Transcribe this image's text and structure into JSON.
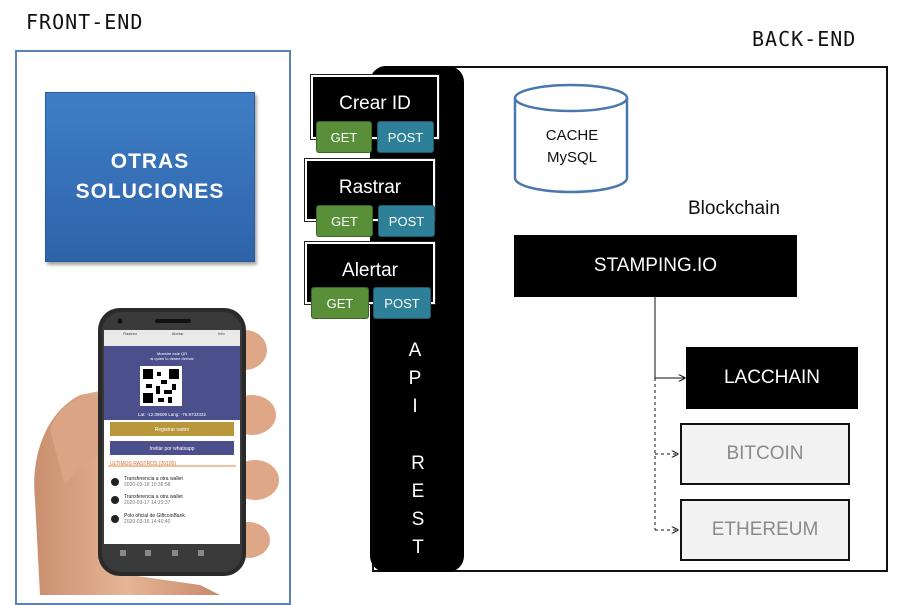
{
  "frontend": {
    "title": "FRONT-END",
    "otras_label": "OTRAS\nSOLUCIONES",
    "phone": {
      "header_tabs": [
        "Rastreo",
        "Alertar",
        "Info"
      ],
      "qr_caption": "Muestre este QR\nal quien lo desee derivar",
      "coords": "Lat: -12.09609 Lang: -76.9732332",
      "register_label": "Registrar rastro",
      "whatsapp_label": "Invitar por whatsapp",
      "list_header": "ULTIMOS RASTROS (26100)",
      "items": [
        {
          "title": "Transferencia a otra wallet",
          "date": "2020-03-18 10:36:58"
        },
        {
          "title": "Transferencia a otra wallet",
          "date": "2020-03-17 14:29:37"
        },
        {
          "title": "Polo oficial de GiftcoinBank",
          "date": "2020-03-16 14:40:40"
        }
      ]
    }
  },
  "backend": {
    "title": "BACK-END",
    "api_letters_1": [
      "A",
      "P",
      "I"
    ],
    "api_letters_2": [
      "R",
      "E",
      "S",
      "T"
    ],
    "endpoints": [
      {
        "label": "Crear ID",
        "get": "GET",
        "post": "POST"
      },
      {
        "label": "Rastrar",
        "get": "GET",
        "post": "POST"
      },
      {
        "label": "Alertar",
        "get": "GET",
        "post": "POST"
      }
    ],
    "cache": {
      "line1": "CACHE",
      "line2": "MySQL"
    },
    "blockchain_label": "Blockchain",
    "stamping": "STAMPING.IO",
    "chains": [
      "LACCHAIN",
      "BITCOIN",
      "ETHEREUM"
    ],
    "colors": {
      "get": "#5a8f3a",
      "post": "#2e7f98",
      "otras": "#3a75bf"
    }
  }
}
